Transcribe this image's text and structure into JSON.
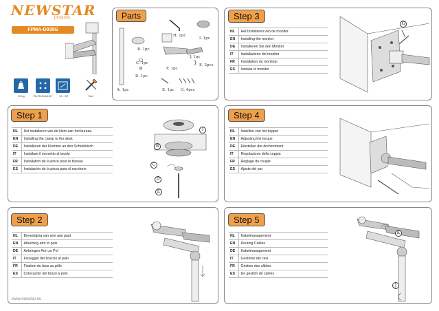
{
  "brand": {
    "logo": "NEWSTAR",
    "logo_sub": "products",
    "model": "FPMA-D935G"
  },
  "specs": [
    {
      "icon": "weight-icon",
      "label": "10 kg"
    },
    {
      "icon": "vesa-icon",
      "label": "75x75/100x100"
    },
    {
      "icon": "tilt-icon",
      "label": "10 - 28\""
    },
    {
      "icon": "tools-icon",
      "label": "Tool"
    }
  ],
  "parts": {
    "title": "Parts",
    "labels": [
      "B. 1pc",
      "I. 1pc",
      "C. 1pc",
      "D. 1pc",
      "J. 1pc",
      "F. 1pc",
      "E. 2pcs",
      "A. 1pc",
      "E. 1pc",
      "G. 4pcs",
      "H. 1pc"
    ]
  },
  "steps": [
    {
      "title": "Step 1",
      "rows": [
        {
          "code": "NL",
          "text": "Het installeren van de klem aan het bureau"
        },
        {
          "code": "EN",
          "text": "Installing the clamp to the desk"
        },
        {
          "code": "DE",
          "text": "Installieren der Klemme an den Schreibtisch"
        },
        {
          "code": "IT",
          "text": "Installare il morsetto al tavolo"
        },
        {
          "code": "FR",
          "text": "Installation de la pince pour le bureau"
        },
        {
          "code": "ES",
          "text": "Instalación de la pinza para el escritorio"
        }
      ],
      "callouts": [
        "I",
        "B",
        "C",
        "D",
        "E"
      ]
    },
    {
      "title": "Step 2",
      "rows": [
        {
          "code": "NL",
          "text": "Bevestiging van arm aan paal"
        },
        {
          "code": "EN",
          "text": "Attaching arm to pole"
        },
        {
          "code": "DE",
          "text": "Anbringen Arm zu Pol"
        },
        {
          "code": "IT",
          "text": "Fissaggio del braccio al palo"
        },
        {
          "code": "FR",
          "text": "Fixation du bras au pôle"
        },
        {
          "code": "ES",
          "text": "Colocación del brazo a polo"
        }
      ]
    },
    {
      "title": "Step 3",
      "rows": [
        {
          "code": "NL",
          "text": "Het Installeren van de monitor"
        },
        {
          "code": "EN",
          "text": "Installing the monitor"
        },
        {
          "code": "DE",
          "text": "Installieren Sie den Monitor"
        },
        {
          "code": "IT",
          "text": "Installazione del monitor"
        },
        {
          "code": "FR",
          "text": "Installation du moniteur"
        },
        {
          "code": "ES",
          "text": "Instalar el monitor"
        }
      ],
      "callouts": [
        "G"
      ]
    },
    {
      "title": "Step 4",
      "rows": [
        {
          "code": "NL",
          "text": "Instellen van het koppel"
        },
        {
          "code": "EN",
          "text": "Adjusting the torque"
        },
        {
          "code": "DE",
          "text": "Einstellen der drehmoment"
        },
        {
          "code": "IT",
          "text": "Regolazione della coppia"
        },
        {
          "code": "FR",
          "text": "Réglage du couple"
        },
        {
          "code": "ES",
          "text": "Ajuste del par"
        }
      ]
    },
    {
      "title": "Step 5",
      "rows": [
        {
          "code": "NL",
          "text": "Kabelmanagement"
        },
        {
          "code": "EN",
          "text": "Routing Cables"
        },
        {
          "code": "DE",
          "text": "Kabelmanagement"
        },
        {
          "code": "IT",
          "text": "Gestione dei cavi"
        },
        {
          "code": "FR",
          "text": "Gestion des câbles"
        },
        {
          "code": "ES",
          "text": "De gestión de cables"
        }
      ],
      "callouts": [
        "K",
        "J"
      ]
    }
  ],
  "footer": "www.newstar.eu"
}
